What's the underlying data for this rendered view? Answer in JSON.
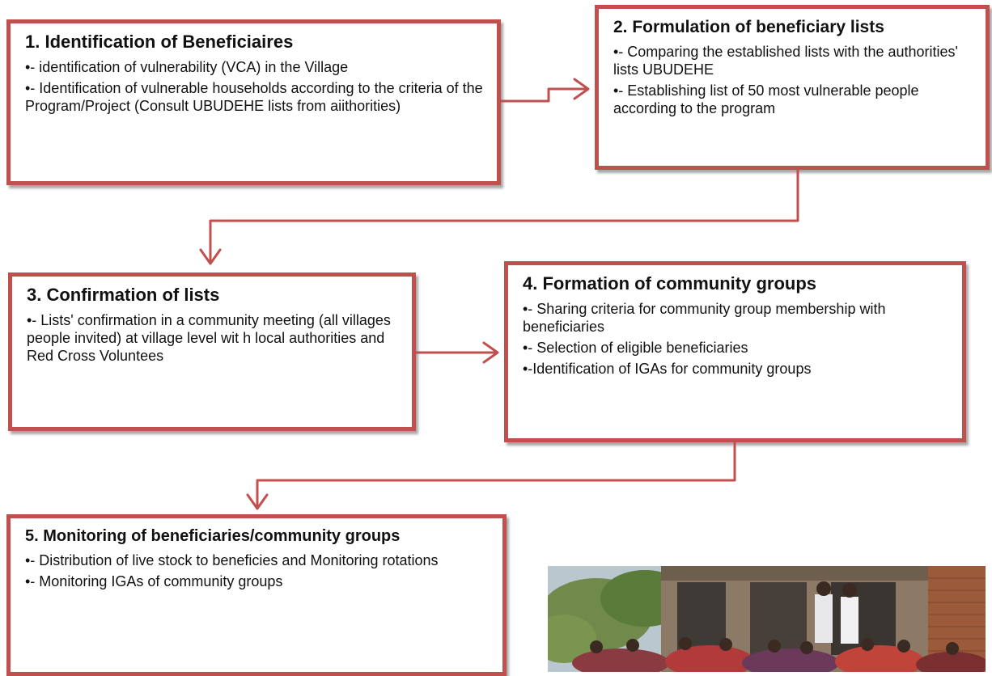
{
  "steps": [
    {
      "title": "1. Identification of Beneficiaires",
      "bullets": [
        "•- identification of vulnerability (VCA) in the Village",
        "•- Identification of  vulnerable households according to the  criteria of the Program/Project  (Consult UBUDEHE lists from aiithorities)"
      ]
    },
    {
      "title": "2. Formulation of beneficiary lists",
      "bullets": [
        "•-  Comparing the established lists with the authorities' lists UBUDEHE",
        "•- Establishing list of 50 most vulnerable people according to the program"
      ]
    },
    {
      "title": "3. Confirmation of lists",
      "bullets": [
        "•- Lists' confirmation in a community meeting (all villages people invited) at village level wit h local authorities and Red Cross Voluntees"
      ]
    },
    {
      "title": "4. Formation of community groups",
      "bullets": [
        "•- Sharing criteria for community group membership with beneficiaries",
        "•- Selection of eligible beneficiaries",
        "•-Identification of IGAs for community groups"
      ]
    },
    {
      "title": "5. Monitoring of beneficiaries/community groups",
      "bullets": [
        "•- Distribution of  live stock  to beneficies  and Monitoring rotations",
        "•- Monitoring IGAs of community groups"
      ]
    }
  ],
  "colors": {
    "box_border": "#c0504d",
    "connector": "#c0504d"
  }
}
